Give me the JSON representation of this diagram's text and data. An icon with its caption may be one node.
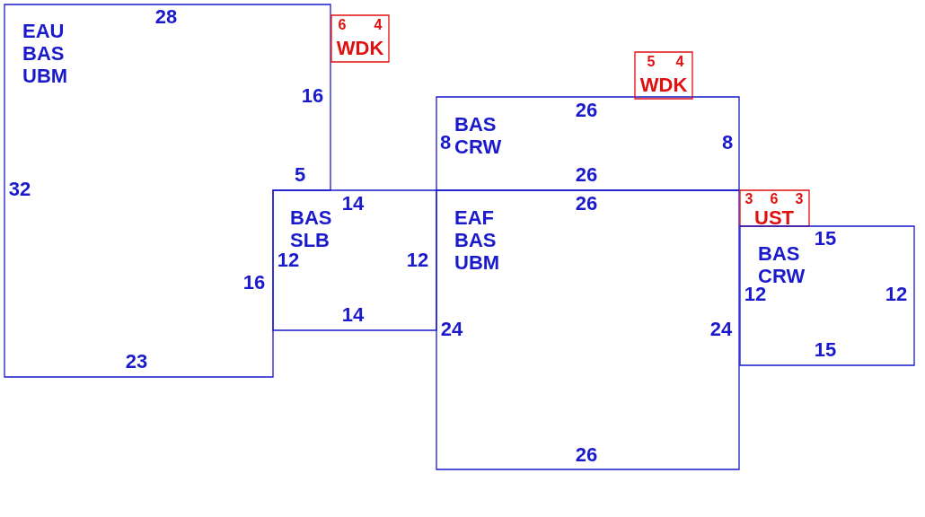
{
  "diagram": {
    "nodes": [
      {
        "text": [
          "EAU BAS UBM",
          "28",
          "16",
          "5",
          "32",
          "16",
          "23"
        ]
      },
      {
        "text": [
          "6",
          "4",
          "WDK"
        ]
      },
      {
        "text": [
          "BAS SLB",
          "14",
          "12",
          "12",
          "14"
        ]
      },
      {
        "text": [
          "BAS CRW",
          "26",
          "8",
          "8",
          "26"
        ]
      },
      {
        "text": [
          "5",
          "4",
          "WDK"
        ]
      },
      {
        "text": [
          "EAF BAS UBM",
          "26",
          "24",
          "24",
          "26"
        ]
      },
      {
        "text": [
          "UST",
          "3",
          "6",
          "3"
        ]
      },
      {
        "text": [
          "BAS CRW",
          "15",
          "12",
          "12",
          "15"
        ]
      }
    ]
  }
}
